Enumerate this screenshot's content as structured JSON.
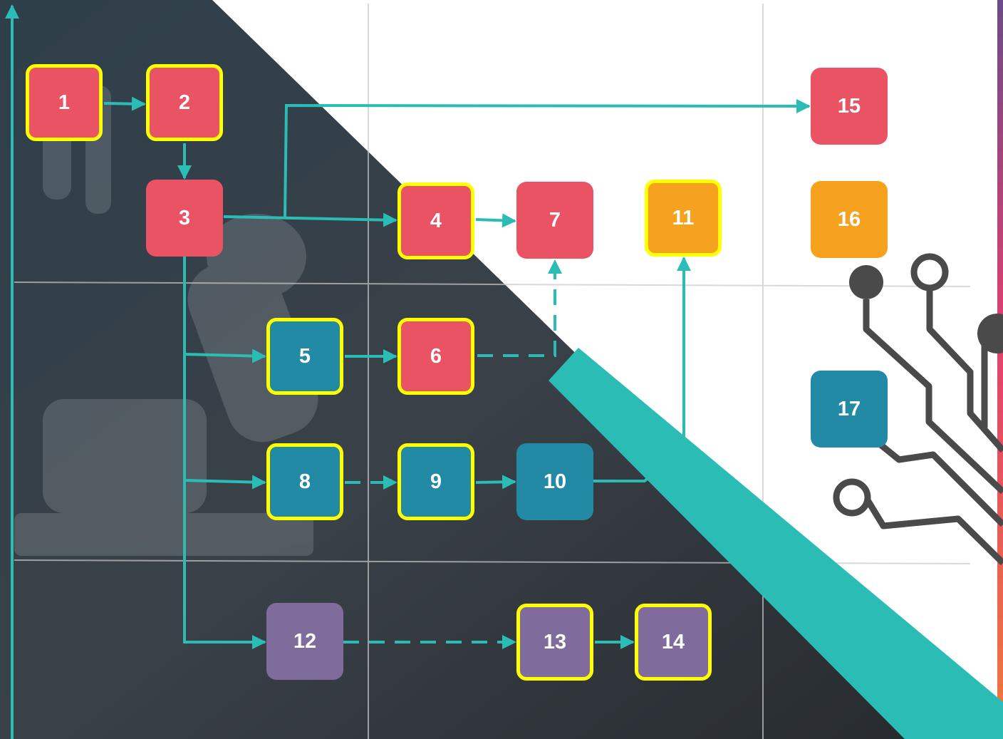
{
  "colors": {
    "red": "#e95364",
    "orange": "#f7a21e",
    "blue": "#238aa6",
    "purple": "#806c9c",
    "teal": "#2bbcb5",
    "highlight": "#ffff00",
    "dark_bg": "#2b3a44"
  },
  "nodes": {
    "n1": {
      "label": "1",
      "color": "red",
      "highlighted": true
    },
    "n2": {
      "label": "2",
      "color": "red",
      "highlighted": true
    },
    "n3": {
      "label": "3",
      "color": "red",
      "highlighted": false
    },
    "n4": {
      "label": "4",
      "color": "red",
      "highlighted": true
    },
    "n5": {
      "label": "5",
      "color": "blue",
      "highlighted": true
    },
    "n6": {
      "label": "6",
      "color": "red",
      "highlighted": true
    },
    "n7": {
      "label": "7",
      "color": "red",
      "highlighted": false
    },
    "n8": {
      "label": "8",
      "color": "blue",
      "highlighted": true
    },
    "n9": {
      "label": "9",
      "color": "blue",
      "highlighted": true
    },
    "n10": {
      "label": "10",
      "color": "blue",
      "highlighted": false
    },
    "n11": {
      "label": "11",
      "color": "orange",
      "highlighted": true
    },
    "n12": {
      "label": "12",
      "color": "purple",
      "highlighted": false
    },
    "n13": {
      "label": "13",
      "color": "purple",
      "highlighted": true
    },
    "n14": {
      "label": "14",
      "color": "purple",
      "highlighted": true
    },
    "n15": {
      "label": "15",
      "color": "red",
      "highlighted": false
    },
    "n16": {
      "label": "16",
      "color": "orange",
      "highlighted": false
    },
    "n17": {
      "label": "17",
      "color": "blue",
      "highlighted": false
    }
  },
  "edges": [
    {
      "from": "1",
      "to": "2",
      "style": "solid"
    },
    {
      "from": "2",
      "to": "3",
      "style": "solid"
    },
    {
      "from": "3",
      "to": "4",
      "style": "solid"
    },
    {
      "from": "3",
      "to": "15",
      "style": "solid"
    },
    {
      "from": "4",
      "to": "7",
      "style": "solid"
    },
    {
      "from": "3",
      "to": "5",
      "style": "solid"
    },
    {
      "from": "5",
      "to": "6",
      "style": "solid"
    },
    {
      "from": "6",
      "to": "7",
      "style": "dashed"
    },
    {
      "from": "3",
      "to": "8",
      "style": "solid"
    },
    {
      "from": "8",
      "to": "9",
      "style": "dashed"
    },
    {
      "from": "9",
      "to": "10",
      "style": "solid"
    },
    {
      "from": "10",
      "to": "11",
      "style": "solid"
    },
    {
      "from": "3",
      "to": "12",
      "style": "solid"
    },
    {
      "from": "12",
      "to": "13",
      "style": "dashed"
    },
    {
      "from": "13",
      "to": "14",
      "style": "solid"
    }
  ]
}
